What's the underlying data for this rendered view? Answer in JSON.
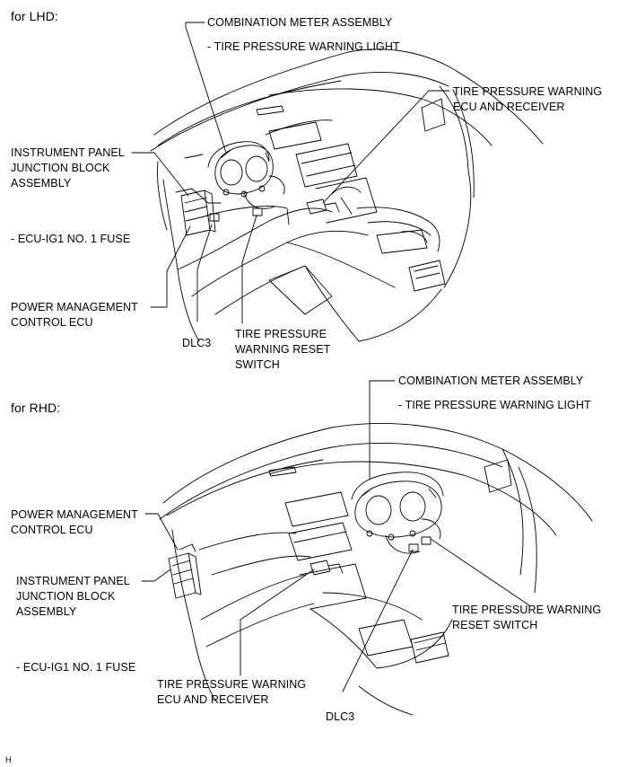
{
  "lhd": {
    "header": "for LHD:",
    "combination_meter": "COMBINATION METER ASSEMBLY",
    "warning_light": "- TIRE PRESSURE WARNING LIGHT",
    "ecu_receiver_1": "TIRE PRESSURE WARNING",
    "ecu_receiver_2": "ECU AND RECEIVER",
    "ip_jb_1": "INSTRUMENT PANEL",
    "ip_jb_2": "JUNCTION BLOCK",
    "ip_jb_3": "ASSEMBLY",
    "fuse": "- ECU-IG1 NO. 1 FUSE",
    "power_mgmt_1": "POWER MANAGEMENT",
    "power_mgmt_2": "CONTROL ECU",
    "dlc3": "DLC3",
    "reset_switch_1": "TIRE PRESSURE",
    "reset_switch_2": "WARNING RESET",
    "reset_switch_3": "SWITCH"
  },
  "rhd": {
    "header": "for RHD:",
    "combination_meter": "COMBINATION METER ASSEMBLY",
    "warning_light": "- TIRE PRESSURE WARNING LIGHT",
    "power_mgmt_1": "POWER MANAGEMENT",
    "power_mgmt_2": "CONTROL ECU",
    "ip_jb_1": "INSTRUMENT PANEL",
    "ip_jb_2": "JUNCTION BLOCK",
    "ip_jb_3": "ASSEMBLY",
    "fuse": "- ECU-IG1 NO. 1 FUSE",
    "reset_switch_1": "TIRE PRESSURE WARNING",
    "reset_switch_2": "RESET SWITCH",
    "ecu_receiver_1": "TIRE PRESSURE WARNING",
    "ecu_receiver_2": "ECU AND RECEIVER",
    "dlc3": "DLC3"
  },
  "footer_code": "H"
}
